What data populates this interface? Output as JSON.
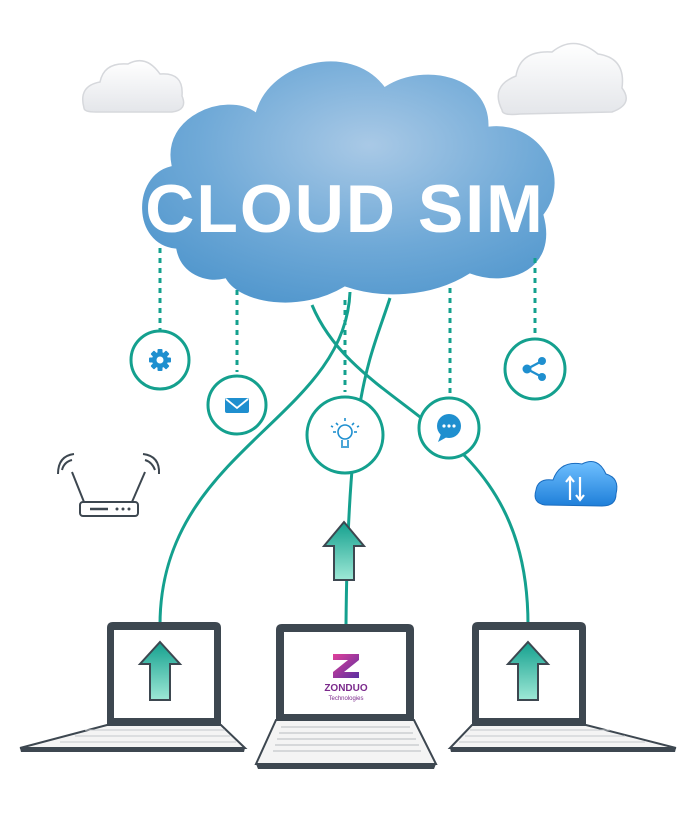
{
  "cloud": {
    "title": "CLOUD SIM"
  },
  "logo": {
    "name": "ZONDUO",
    "tagline": "Technologies"
  },
  "colors": {
    "teal": "#14a08e",
    "cloud_blue": "#5aa2d3",
    "icon_blue": "#1f8fcf",
    "laptop_dark": "#3d4750",
    "logo_purple": "#7b2a8c"
  },
  "icons": [
    "gear-icon",
    "envelope-icon",
    "lightbulb-icon",
    "chat-icon",
    "share-icon",
    "wifi-router-icon",
    "cloud-sync-icon",
    "up-arrow-icon"
  ]
}
